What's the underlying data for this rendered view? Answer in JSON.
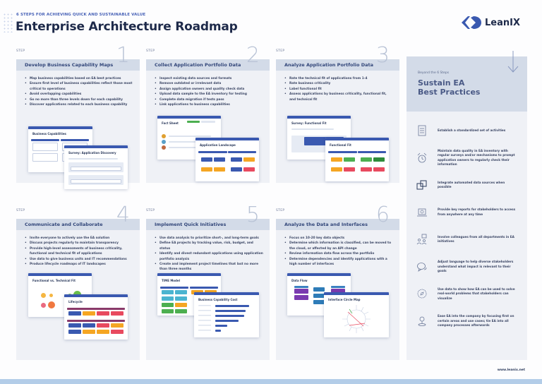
{
  "header": {
    "kicker": "6 STEPS FOR ACHIEVING QUICK AND SUSTAINABLE VALUE",
    "title": "Enterprise Architecture Roadmap",
    "logo_text": "LeanIX",
    "brand_color": "#3a59b0"
  },
  "steps": [
    {
      "label": "STEP",
      "number": "1",
      "title": "Develop Business Capability Maps",
      "bullets": [
        "Map business capabilities based on EA best practices",
        "Ensure first level of business capabilities reflect those most critical to operations",
        "Avoid overlapping capabilities",
        "Go no more than three levels down for each capability",
        "Discover applications related to each business capability"
      ],
      "screens": [
        "Business Capabilities",
        "Survey: Application Discovery"
      ]
    },
    {
      "label": "STEP",
      "number": "2",
      "title": "Collect Application Portfolio Data",
      "bullets": [
        "Inspect existing data sources and formats",
        "Remove outdated or irrelevant data",
        "Assign application owners and quality check data",
        "Upload data sample to the EA inventory for testing",
        "Complete data migration if tests pass",
        "Link applications to business capabilities"
      ],
      "screens": [
        "Fact Sheet",
        "Application Landscape"
      ]
    },
    {
      "label": "STEP",
      "number": "3",
      "title": "Analyze Application Portfolio Data",
      "bullets": [
        "Rate the technical fit of applications from 1-4",
        "Rate business criticality",
        "Label functional fit",
        "Assess applications by business criticality, functional fit, and technical fit"
      ],
      "screens": [
        "Survey: Functional Fit",
        "Functional Fit"
      ]
    },
    {
      "label": "STEP",
      "number": "4",
      "title": "Communicate and Collaborate",
      "bullets": [
        "Invite everyone to actively use the EA solution",
        "Discuss projects regularly to maintain transparency",
        "Provide high-level assessments of business criticality, functional and technical fit of applications",
        "Use data to give business units and IT recommendations",
        "Produce lifecycle roadmaps of IT landscapes"
      ],
      "screens": [
        "Functional vs. Technical Fit",
        "Lifecycle"
      ]
    },
    {
      "label": "STEP",
      "number": "5",
      "title": "Implement Quick Initiatives",
      "bullets": [
        "Use data analysis to prioritize short-, and long-term goals",
        "Define EA projects by tracking value, risk, budget, and status",
        "Identify and divest redundant applications using application portfolio analysis",
        "Create and implement project timelines that last no more than three months"
      ],
      "screens": [
        "TIME Model",
        "Business Capability Cost"
      ]
    },
    {
      "label": "STEP",
      "number": "6",
      "title": "Analyze the Data and Interfaces",
      "bullets": [
        "Focus on 10-20 key data objects",
        "Determine which information is classified, can be moved to the cloud, or affected by an API change",
        "Review information data flow across the portfolio",
        "Determine dependencies and identify applications with a high number of interfaces"
      ],
      "screens": [
        "Data Flow",
        "Interface Circle Map"
      ]
    }
  ],
  "sidebar": {
    "kicker": "Beyond the 6 Steps",
    "title_line1": "Sustain EA",
    "title_line2": "Best Practices",
    "items": [
      {
        "icon": "checklist-icon",
        "text": "Establish a standardized set of activities"
      },
      {
        "icon": "alarm-clock-icon",
        "text": "Maintain data quality in EA inventory with regular surveys and/or mechanisms to prompt application owners to regularly check their information"
      },
      {
        "icon": "integration-icon",
        "text": "Integrate automated data sources when possible"
      },
      {
        "icon": "laptop-report-icon",
        "text": "Provide key reports for stakeholders to access from anywhere at any time"
      },
      {
        "icon": "team-icon",
        "text": "Involve colleagues from all departments in EA initiatives"
      },
      {
        "icon": "chat-bubbles-icon",
        "text": "Adjust language to help diverse stakeholders understand what impact is relevant to their goals"
      },
      {
        "icon": "compass-icon",
        "text": "Use data to show how EA can be used to solve real-world problems that stakeholders can visualize"
      },
      {
        "icon": "location-pin-icon",
        "text": "Ease EA into the company by focusing first on certain areas and use cases; tie EA into all company processes afterwards"
      }
    ]
  },
  "footer": {
    "url": "www.leanix.net"
  }
}
